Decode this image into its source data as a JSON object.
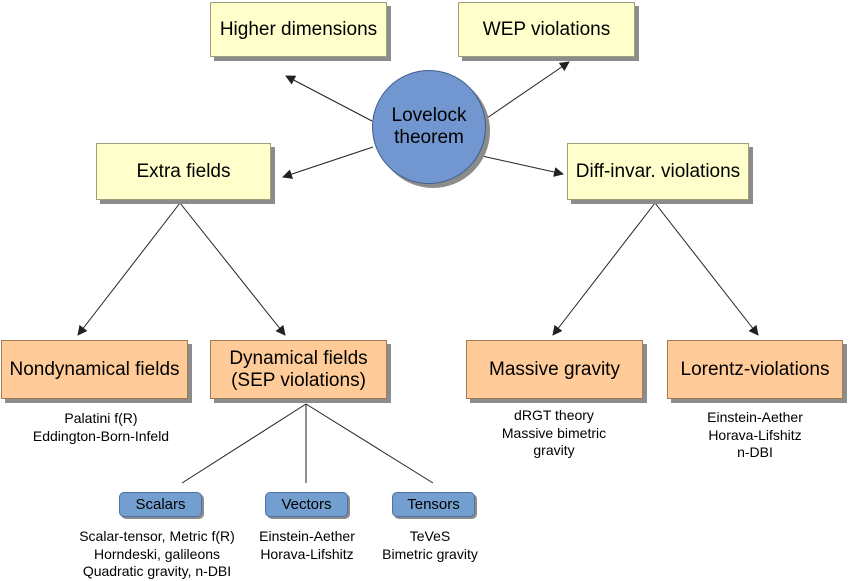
{
  "center": {
    "line1": "Lovelock",
    "line2": "theorem"
  },
  "top_nodes": {
    "higher_dimensions": "Higher dimensions",
    "wep_violations": "WEP violations",
    "extra_fields": "Extra fields",
    "diff_invar_violations": "Diff-invar. violations"
  },
  "mid_nodes": {
    "nondynamical": "Nondynamical fields",
    "dynamical_line1": "Dynamical fields",
    "dynamical_line2": "(SEP violations)",
    "massive_gravity": "Massive gravity",
    "lorentz_violations": "Lorentz-violations"
  },
  "field_types": {
    "scalars": "Scalars",
    "vectors": "Vectors",
    "tensors": "Tensors"
  },
  "examples": {
    "nondynamical": [
      "Palatini f(R)",
      "Eddington-Born-Infeld"
    ],
    "massive_gravity": [
      "dRGT theory",
      "Massive bimetric",
      "gravity"
    ],
    "lorentz_violations": [
      "Einstein-Aether",
      "Horava-Lifshitz",
      "n-DBI"
    ],
    "scalars": [
      "Scalar-tensor, Metric f(R)",
      "Horndeski, galileons",
      "Quadratic gravity, n-DBI"
    ],
    "vectors": [
      "Einstein-Aether",
      "Horava-Lifshitz"
    ],
    "tensors": [
      "TeVeS",
      "Bimetric gravity"
    ]
  },
  "colors": {
    "center_fill": "#7296d0",
    "top_fill": "#ffffcc",
    "mid_fill": "#ffcc99",
    "pill_fill": "#729fcf",
    "shadow": "#8c8c8c"
  }
}
